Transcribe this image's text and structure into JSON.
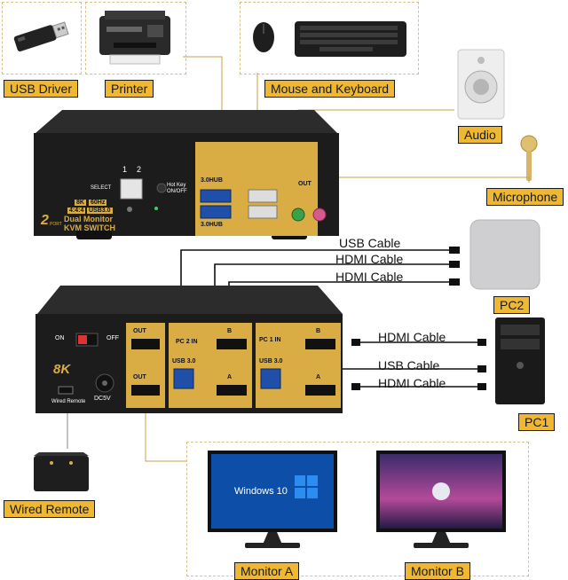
{
  "labels": {
    "usb_driver": "USB Driver",
    "printer": "Printer",
    "mouse_keyboard": "Mouse and Keyboard",
    "audio": "Audio",
    "microphone": "Microphone",
    "pc2": "PC2",
    "pc1": "PC1",
    "wired_remote": "Wired Remote",
    "monitor_a": "Monitor A",
    "monitor_b": "Monitor B"
  },
  "cables": {
    "usb_cable_top": "USB Cable",
    "hdmi_cable_top1": "HDMI Cable",
    "hdmi_cable_top2": "HDMI Cable",
    "hdmi_cable_pc1_1": "HDMI Cable",
    "usb_cable_pc1": "USB Cable",
    "hdmi_cable_pc1_2": "HDMI Cable"
  },
  "front_panel": {
    "badge_8k": "8K",
    "port_1": "1",
    "port_2": "2",
    "select": "SELECT",
    "hotkey": "Hot Key",
    "hotkey_onoff": "ON/OFF",
    "spec_8k": "8K",
    "spec_60hz": "60Hz",
    "spec_444": "4:4:4",
    "spec_usb": "USB3.0",
    "brand_2": "2",
    "brand_port": "PORT",
    "title_1": "Dual Monitor",
    "title_2": "KVM SWITCH",
    "hub_top": "3.0HUB",
    "hub_bottom": "3.0HUB",
    "out": "OUT"
  },
  "back_panel": {
    "on": "ON",
    "off": "OFF",
    "badge_8k": "8K",
    "wired_remote": "Wired Remote",
    "dc5v": "DC5V",
    "out_b": "OUT",
    "out_a": "OUT",
    "pc2_in": "PC",
    "pc2_num": "2",
    "pc2_in_suffix": "IN",
    "pc1_in": "PC",
    "pc1_num": "1",
    "pc1_in_suffix": "IN",
    "usb30_left": "USB 3.0",
    "usb30_right": "USB 3.0",
    "b_left": "B",
    "b_right": "B",
    "a_left": "A",
    "a_right": "A"
  },
  "monitor_a_screen": "Windows 10",
  "colors": {
    "accent": "#f0b830",
    "device": "#1e1e1e",
    "gold": "#d4a535"
  }
}
